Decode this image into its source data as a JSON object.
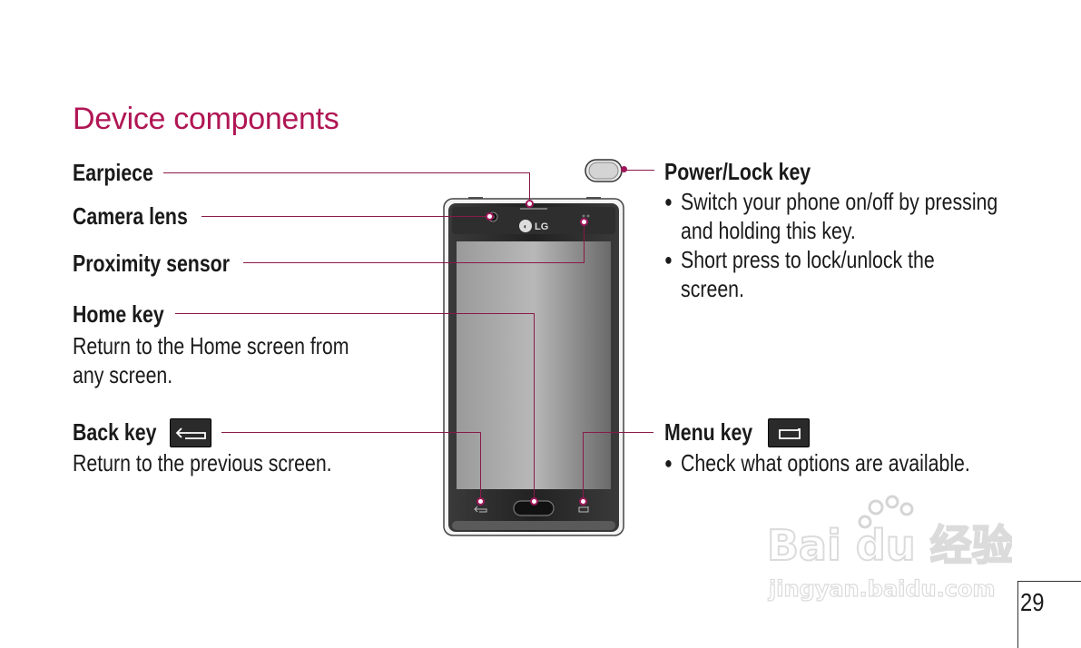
{
  "page": {
    "title": "Device components",
    "page_number": "29"
  },
  "callouts": {
    "earpiece": {
      "label": "Earpiece"
    },
    "camera_lens": {
      "label": "Camera lens"
    },
    "proximity_sensor": {
      "label": "Proximity sensor"
    },
    "home_key": {
      "label": "Home key",
      "desc_lines": [
        "Return to the Home screen from",
        "any screen."
      ]
    },
    "back_key": {
      "label": "Back key",
      "desc": "Return to the previous screen."
    },
    "power_lock_key": {
      "label": "Power/Lock key",
      "bullets": [
        [
          "Switch your phone on/off by pressing",
          "and holding this key."
        ],
        [
          "Short press to lock/unlock the",
          "screen."
        ]
      ]
    },
    "menu_key": {
      "label": "Menu key",
      "bullets": [
        "Check what options are available."
      ]
    }
  },
  "phone": {
    "brand": "LG"
  },
  "watermark": {
    "brand": "Bai du 经验",
    "url": "jingyan.baidu.com"
  },
  "colors": {
    "title": "#b01654",
    "leader": "#8a1a48",
    "text": "#1a1a1a"
  },
  "icons": [
    "back-arrow-icon",
    "menu-icon",
    "power-button-icon",
    "camera-icon",
    "lg-logo-icon"
  ]
}
